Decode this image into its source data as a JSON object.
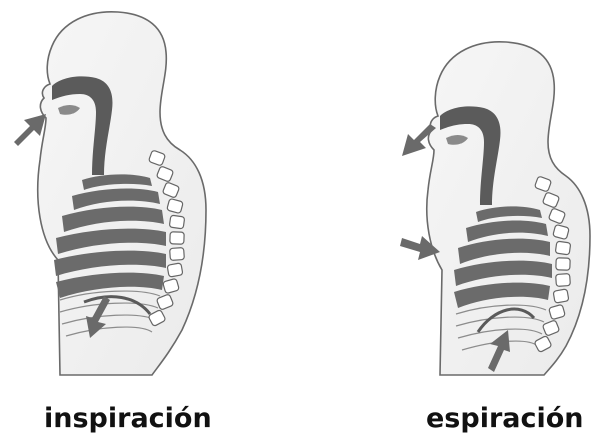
{
  "panels": [
    {
      "id": "inhale",
      "caption": "inspiración",
      "arrow_direction": "inward",
      "diaphragm_arrow": "down"
    },
    {
      "id": "exhale",
      "caption": "espiración",
      "arrow_direction": "outward",
      "diaphragm_arrow": "up"
    }
  ],
  "colors": {
    "outline": "#555555",
    "lung_gray": "#6e6e6e",
    "arrow_gray": "#6a6a6a",
    "background": "#ffffff"
  }
}
